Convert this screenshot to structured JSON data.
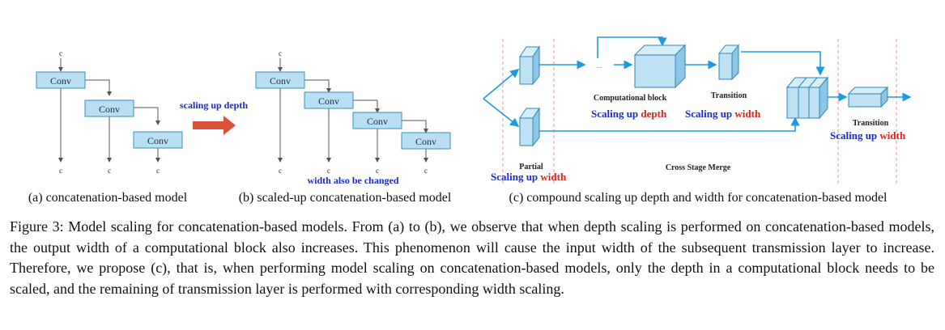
{
  "fig_a": {
    "conv_label": "Conv",
    "c_label": "c",
    "subcaption": "(a) concatenation-based model"
  },
  "fig_b": {
    "conv_label": "Conv",
    "c_label": "c",
    "depth_label": "scaling up depth",
    "width_note": "width also be changed",
    "subcaption": "(b) scaled-up concatenation-based model"
  },
  "fig_c": {
    "computational_block": "Computational block",
    "transition": "Transition",
    "ellipsis": "...",
    "partial": "Partial",
    "cross_stage_merge": "Cross Stage Merge",
    "scaling_up": "Scaling up",
    "depth": "depth",
    "width": "width",
    "subcaption": "(c) compound scaling up depth and width for concatenation-based model"
  },
  "caption": "Figure 3: Model scaling for concatenation-based models. From (a) to (b), we observe that when depth scaling is performed on concatenation-based models, the output width of a computational block also increases. This phenomenon will cause the input width of the subsequent transmission layer to increase. Therefore, we propose (c), that is, when performing model scaling on concatenation-based models, only the depth in a computational block needs to be scaled, and the remaining of transmission layer is performed with corresponding width scaling.",
  "colors": {
    "conv_fill": "#b9e0f2",
    "conv_stroke": "#3b8fc0",
    "block_fill": "#bfe2f4",
    "arrow_blue": "#1e9be0",
    "red_arrow": "#d9533a",
    "text_blue": "#1a2bd6",
    "text_red": "#e0201a"
  }
}
